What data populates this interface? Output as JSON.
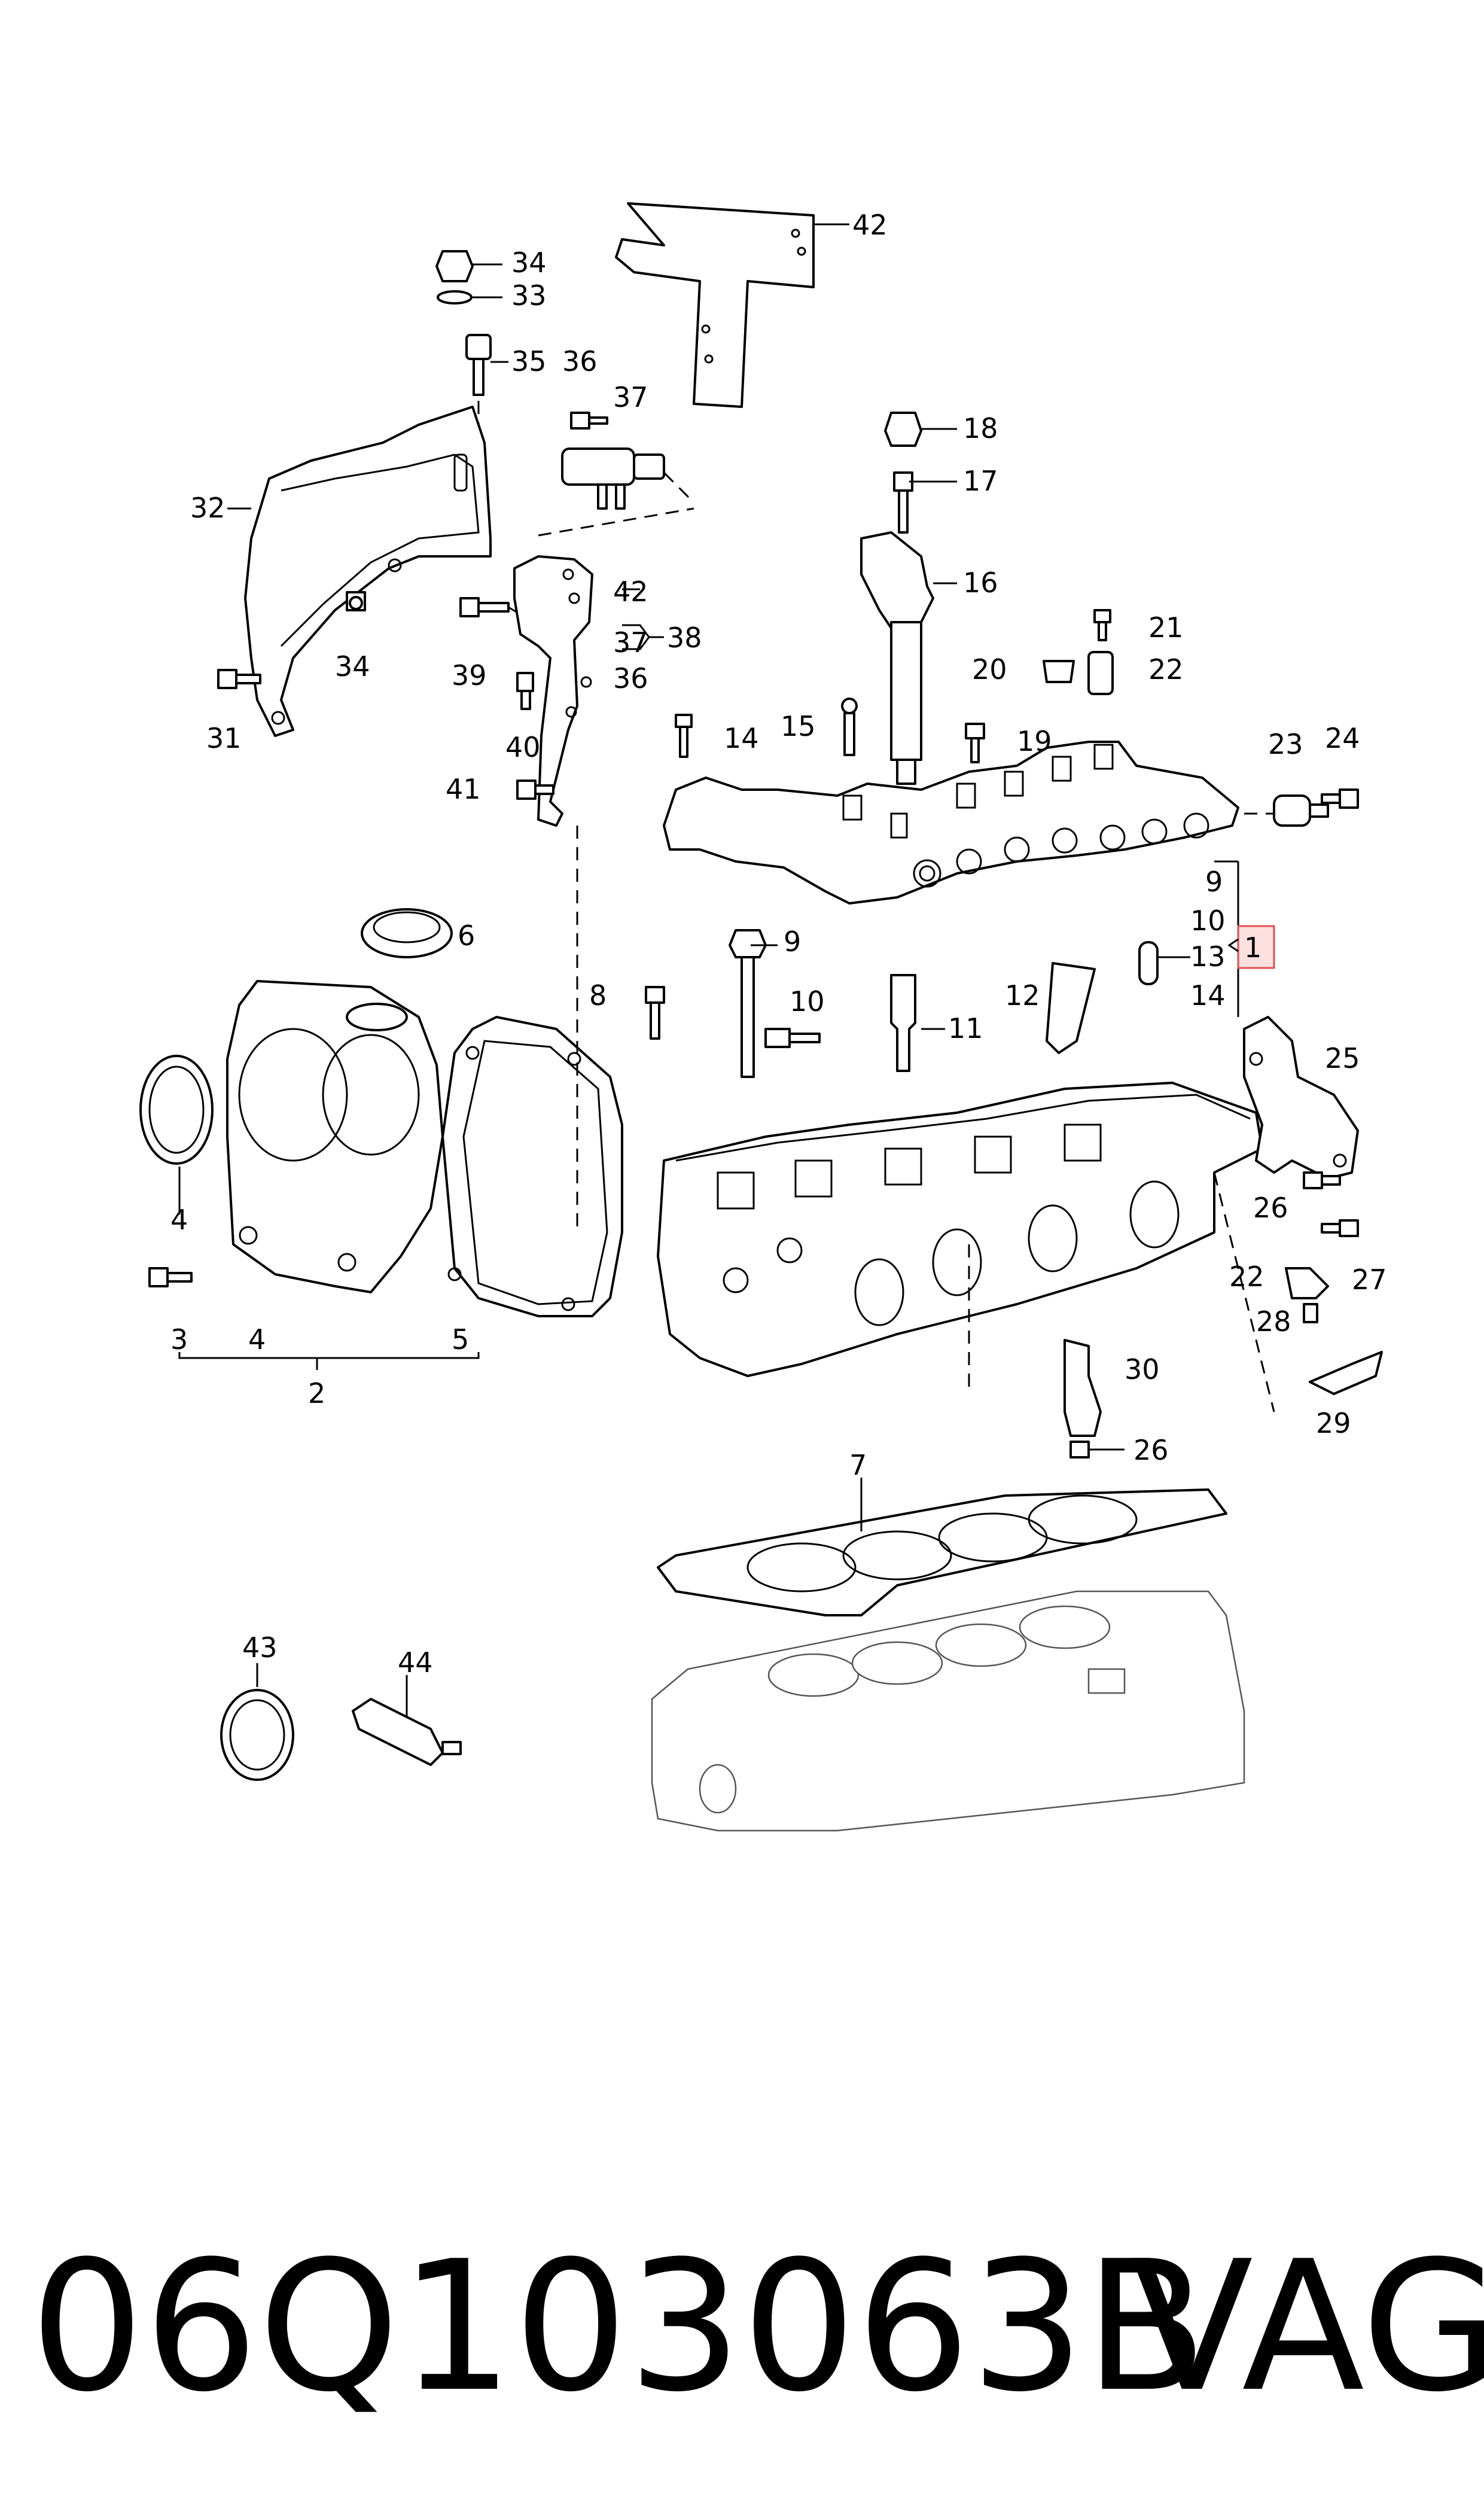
{
  "part_labels": {
    "p1": "1",
    "p2": "2",
    "p3": "3",
    "p4a": "4",
    "p4b": "4",
    "p5": "5",
    "p6": "6",
    "p7": "7",
    "p8": "8",
    "p9a": "9",
    "p9b": "9",
    "p10a": "10",
    "p10b": "10",
    "p11": "11",
    "p12": "12",
    "p13": "13",
    "p14a": "14",
    "p14b": "14",
    "p15": "15",
    "p16": "16",
    "p17": "17",
    "p18": "18",
    "p19": "19",
    "p20": "20",
    "p21": "21",
    "p22a": "22",
    "p22b": "22",
    "p23": "23",
    "p24": "24",
    "p25": "25",
    "p26a": "26",
    "p26b": "26",
    "p27": "27",
    "p28": "28",
    "p29": "29",
    "p30": "30",
    "p31": "31",
    "p32": "32",
    "p33": "33",
    "p34a": "34",
    "p34b": "34",
    "p35": "35",
    "p36a": "36",
    "p36b": "36",
    "p37a": "37",
    "p37b": "37",
    "p38": "38",
    "p39": "39",
    "p40": "40",
    "p41": "41",
    "p42a": "42",
    "p42b": "42",
    "p43": "43",
    "p44": "44"
  },
  "caption": {
    "part_number": "06Q103063B",
    "brand": "VAG"
  },
  "colors": {
    "highlight_fill": "#fde0e0",
    "highlight_stroke": "#e05050"
  }
}
